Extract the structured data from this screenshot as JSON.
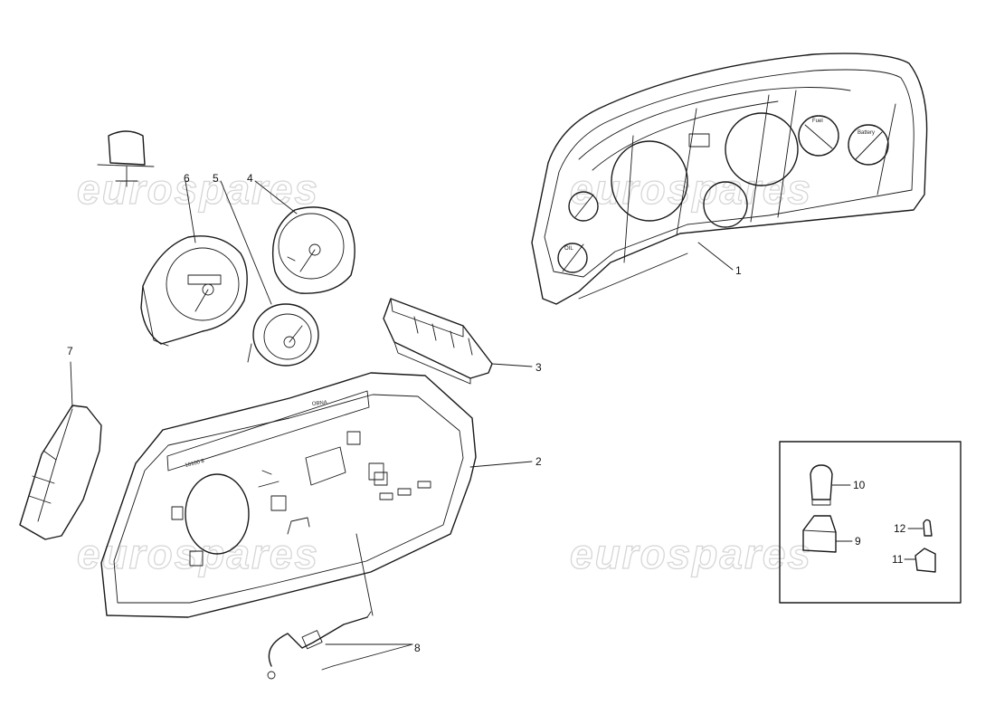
{
  "watermark": {
    "text": "eurospares"
  },
  "callouts": {
    "c1": "1",
    "c2": "2",
    "c3": "3",
    "c4": "4",
    "c5": "5",
    "c6": "6",
    "c7": "7",
    "c8": "8",
    "c9": "9",
    "c10": "10",
    "c11": "11",
    "c12": "12"
  },
  "gauge_labels": {
    "fuel": "Fuel",
    "battery": "Battery",
    "oil": "OIL"
  },
  "panel2_labels": {
    "odometer_strip": "10100 8",
    "warning_strip": "OBNA"
  }
}
